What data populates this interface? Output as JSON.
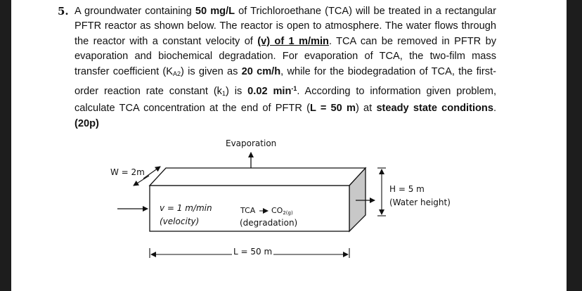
{
  "problem": {
    "number": "5.",
    "t1": "A groundwater containing ",
    "conc": "50 mg/L",
    "t2": " of Trichloroethane (TCA) will be treated in a rectangular PFTR reactor as shown below. The reactor is open to atmosphere. The water flows through the reactor with a constant velocity of ",
    "velocity": "(v) of 1 m/min",
    "t3": ". TCA can be removed in PFTR by evaporation and biochemical degradation. For evaporation of TCA, the two-film mass transfer coefficient (K",
    "k_sub": "A2",
    "t4": ") is given as ",
    "kval": "20 cm/h",
    "t5": ", while for the biodegradation of TCA, the first-order reaction rate constant (k",
    "k1_sub": "1",
    "t6": ") is ",
    "rate": "0.02 min",
    "rate_sup": "-1",
    "t7": ". According to information given problem, calculate TCA concentration at the end of PFTR (",
    "length": "L = 50 m",
    "t8": ") at ",
    "steady": "steady state conditions",
    "t9": ". ",
    "points": "(20p)"
  },
  "diagram": {
    "evaporation": "Evaporation",
    "width": "W = 2m",
    "height": "H = 5 m",
    "water_height": "(Water height)",
    "velocity": "v = 1 m/min",
    "velocity_note": "(velocity)",
    "tca": "TCA",
    "co2": "CO",
    "co2_sub": "2(g)",
    "degradation": "(degradation)",
    "length": "L = 50 m"
  },
  "colors": {
    "page": "#ffffff",
    "border": "#1d1d1d",
    "side_face": "#c8c8c8"
  }
}
